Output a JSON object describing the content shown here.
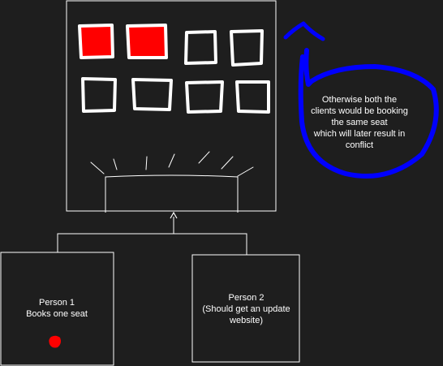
{
  "colors": {
    "background": "#1e1e1e",
    "stroke": "#ffffff",
    "booked_seat": "#ff0000",
    "note_circle": "#0000ff"
  },
  "seating": {
    "rows": [
      {
        "seats": [
          "booked",
          "booked",
          "free",
          "free"
        ]
      },
      {
        "seats": [
          "free",
          "free",
          "free",
          "free"
        ]
      }
    ],
    "screen": "screen-outline"
  },
  "person1": {
    "line1": "Person 1",
    "line2": "Books one seat",
    "marker": "red-dot"
  },
  "person2": {
    "line1": "Person 2",
    "line2": "(Should get an update",
    "line3": "website)"
  },
  "note": {
    "line1": "Otherwise both the",
    "line2": "clients would be booking",
    "line3": "the same seat",
    "line4": "which will later result in",
    "line5": "conflict"
  },
  "connector": {
    "type": "elbow-arrow",
    "target": "seating-panel"
  }
}
